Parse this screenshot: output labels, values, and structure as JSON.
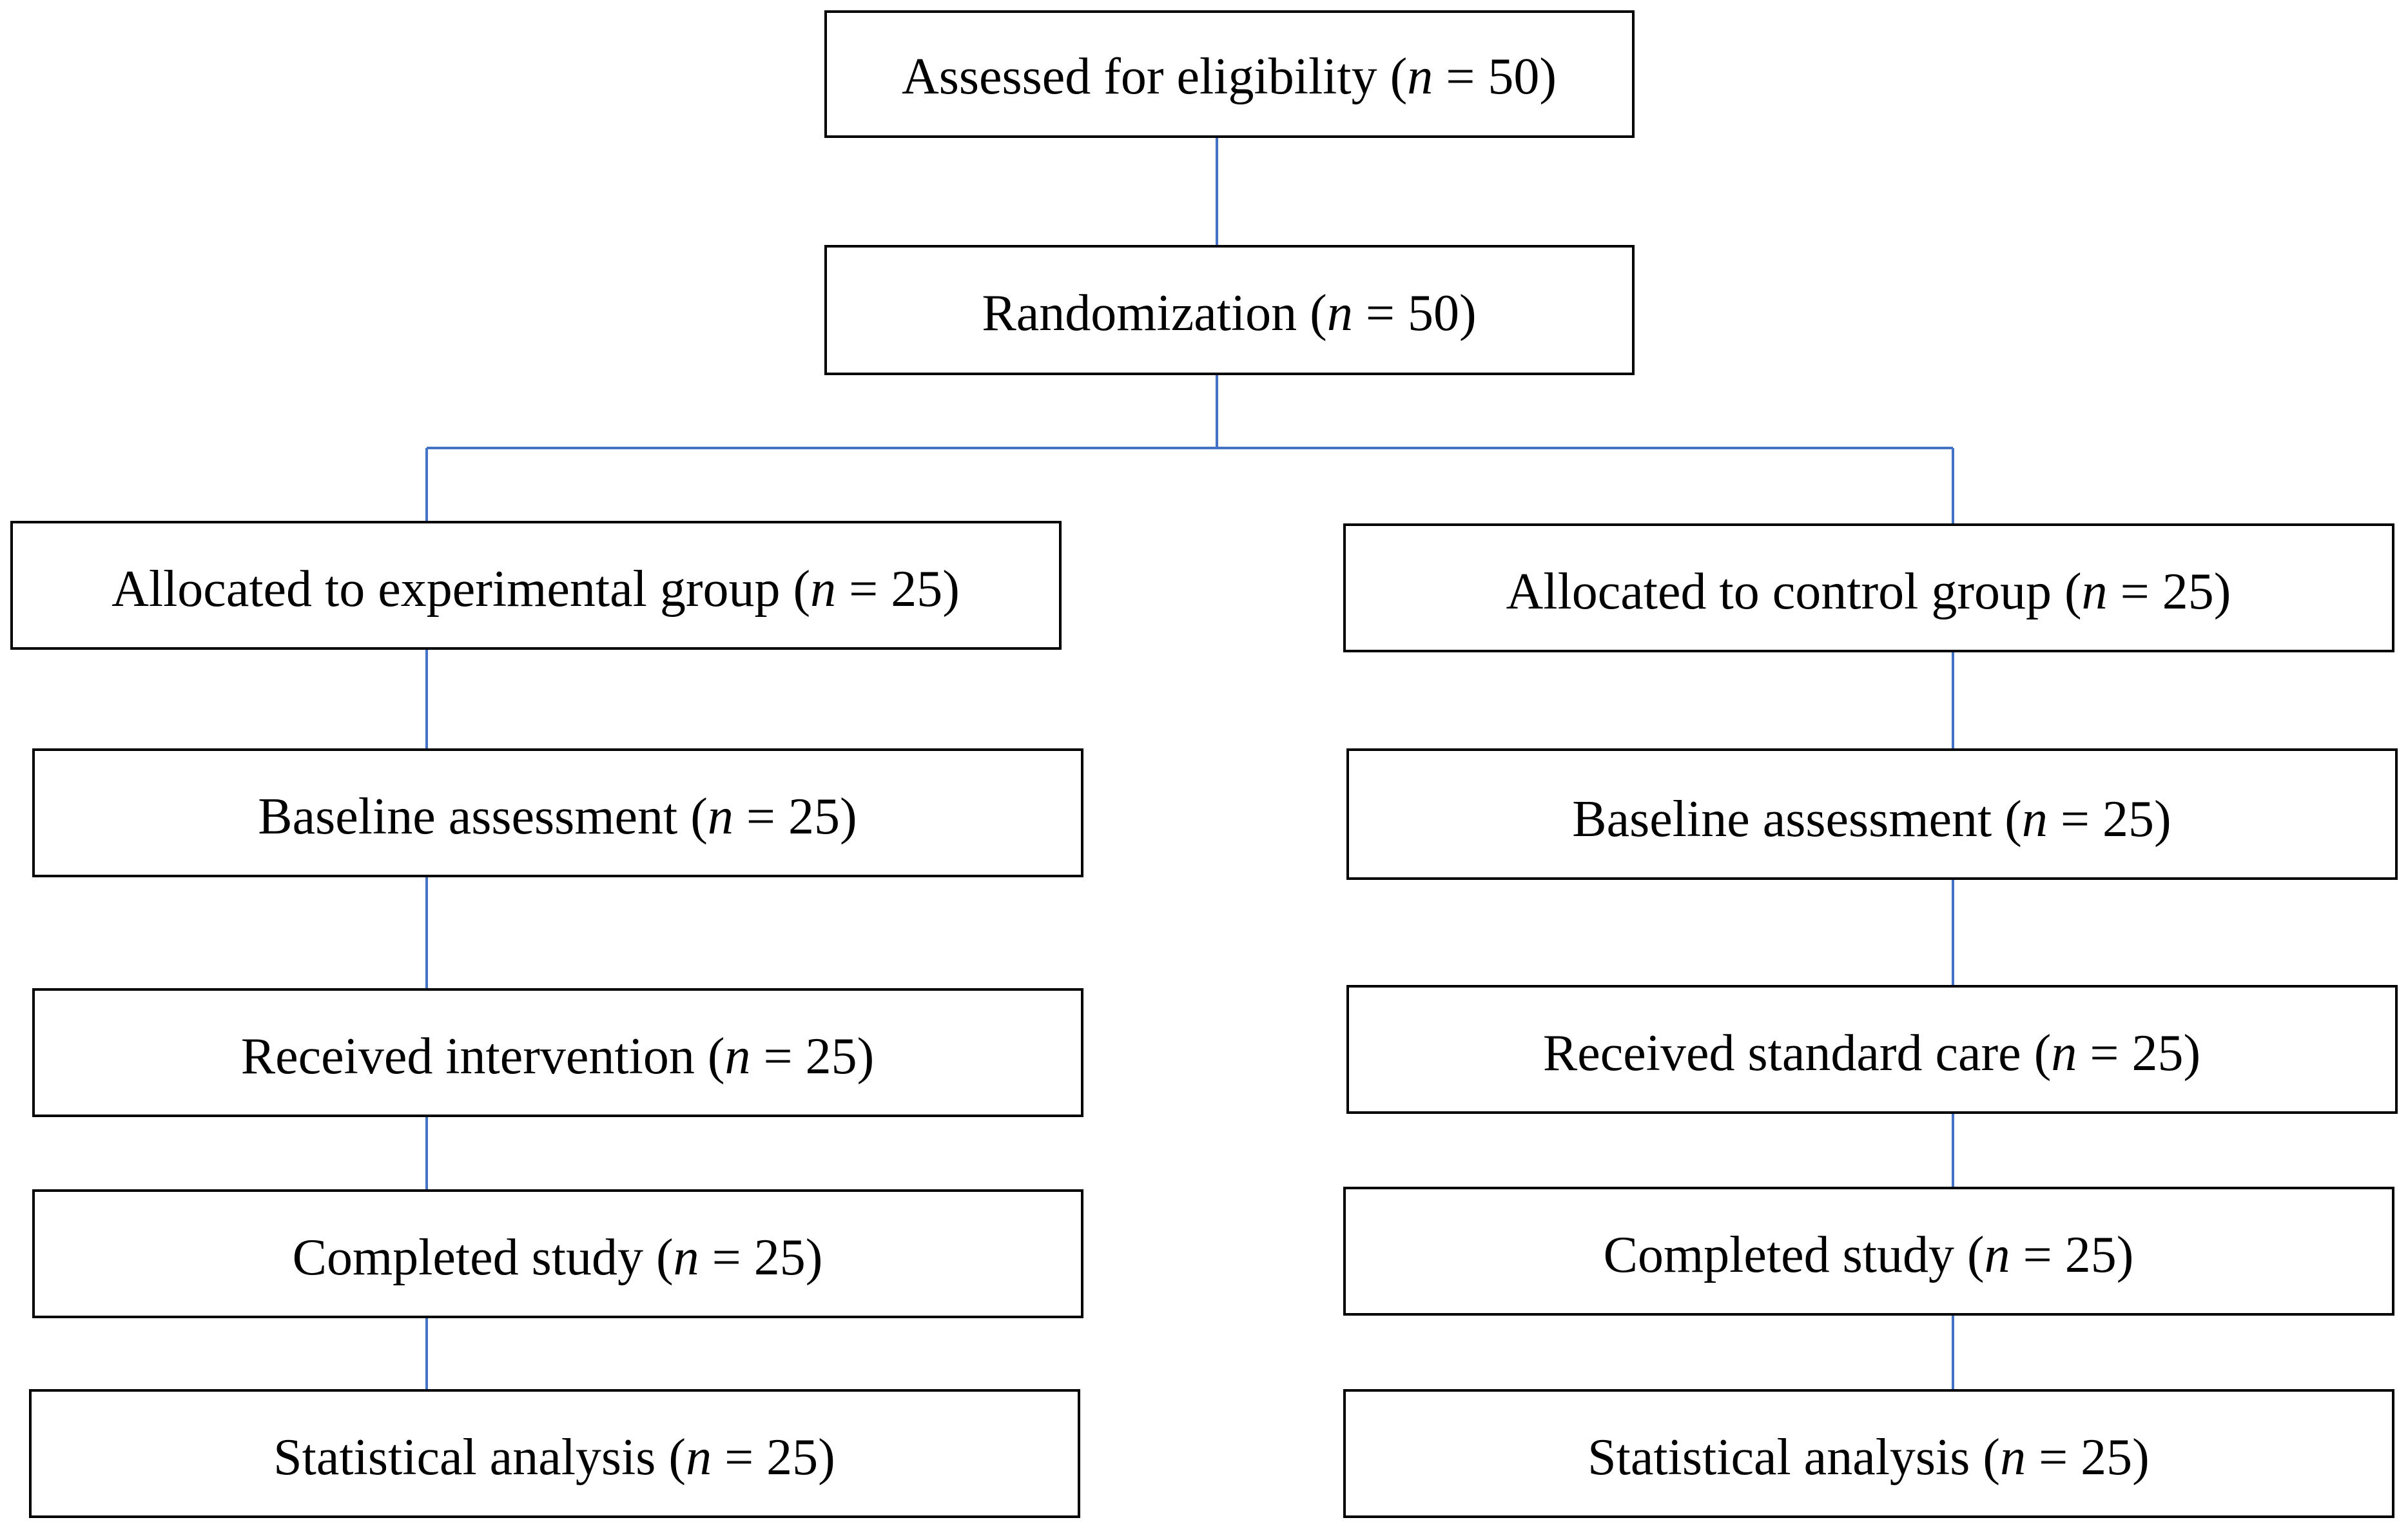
{
  "colors": {
    "connector": "#4472c4",
    "box_border": "#000000",
    "background": "#ffffff",
    "text": "#000000"
  },
  "n_symbol": "n",
  "boxes": {
    "assessed": {
      "label": "Assessed for eligibility (",
      "value": " = 50)"
    },
    "randomization": {
      "label": "Randomization (",
      "value": " = 50)"
    },
    "exp_allocated": {
      "label": "Allocated to experimental group (",
      "value": " = 25)"
    },
    "exp_baseline": {
      "label": "Baseline assessment (",
      "value": " = 25)"
    },
    "exp_intervention": {
      "label": "Received intervention (",
      "value": " = 25)"
    },
    "exp_completed": {
      "label": "Completed study (",
      "value": " = 25)"
    },
    "exp_analysis": {
      "label": "Statistical analysis (",
      "value": " = 25)"
    },
    "ctl_allocated": {
      "label": "Allocated to control group (",
      "value": " = 25)"
    },
    "ctl_baseline": {
      "label": "Baseline assessment (",
      "value": " = 25)"
    },
    "ctl_care": {
      "label": "Received standard care (",
      "value": " = 25)"
    },
    "ctl_completed": {
      "label": "Completed study (",
      "value": " = 25)"
    },
    "ctl_analysis": {
      "label": "Statistical analysis (",
      "value": " = 25)"
    }
  }
}
